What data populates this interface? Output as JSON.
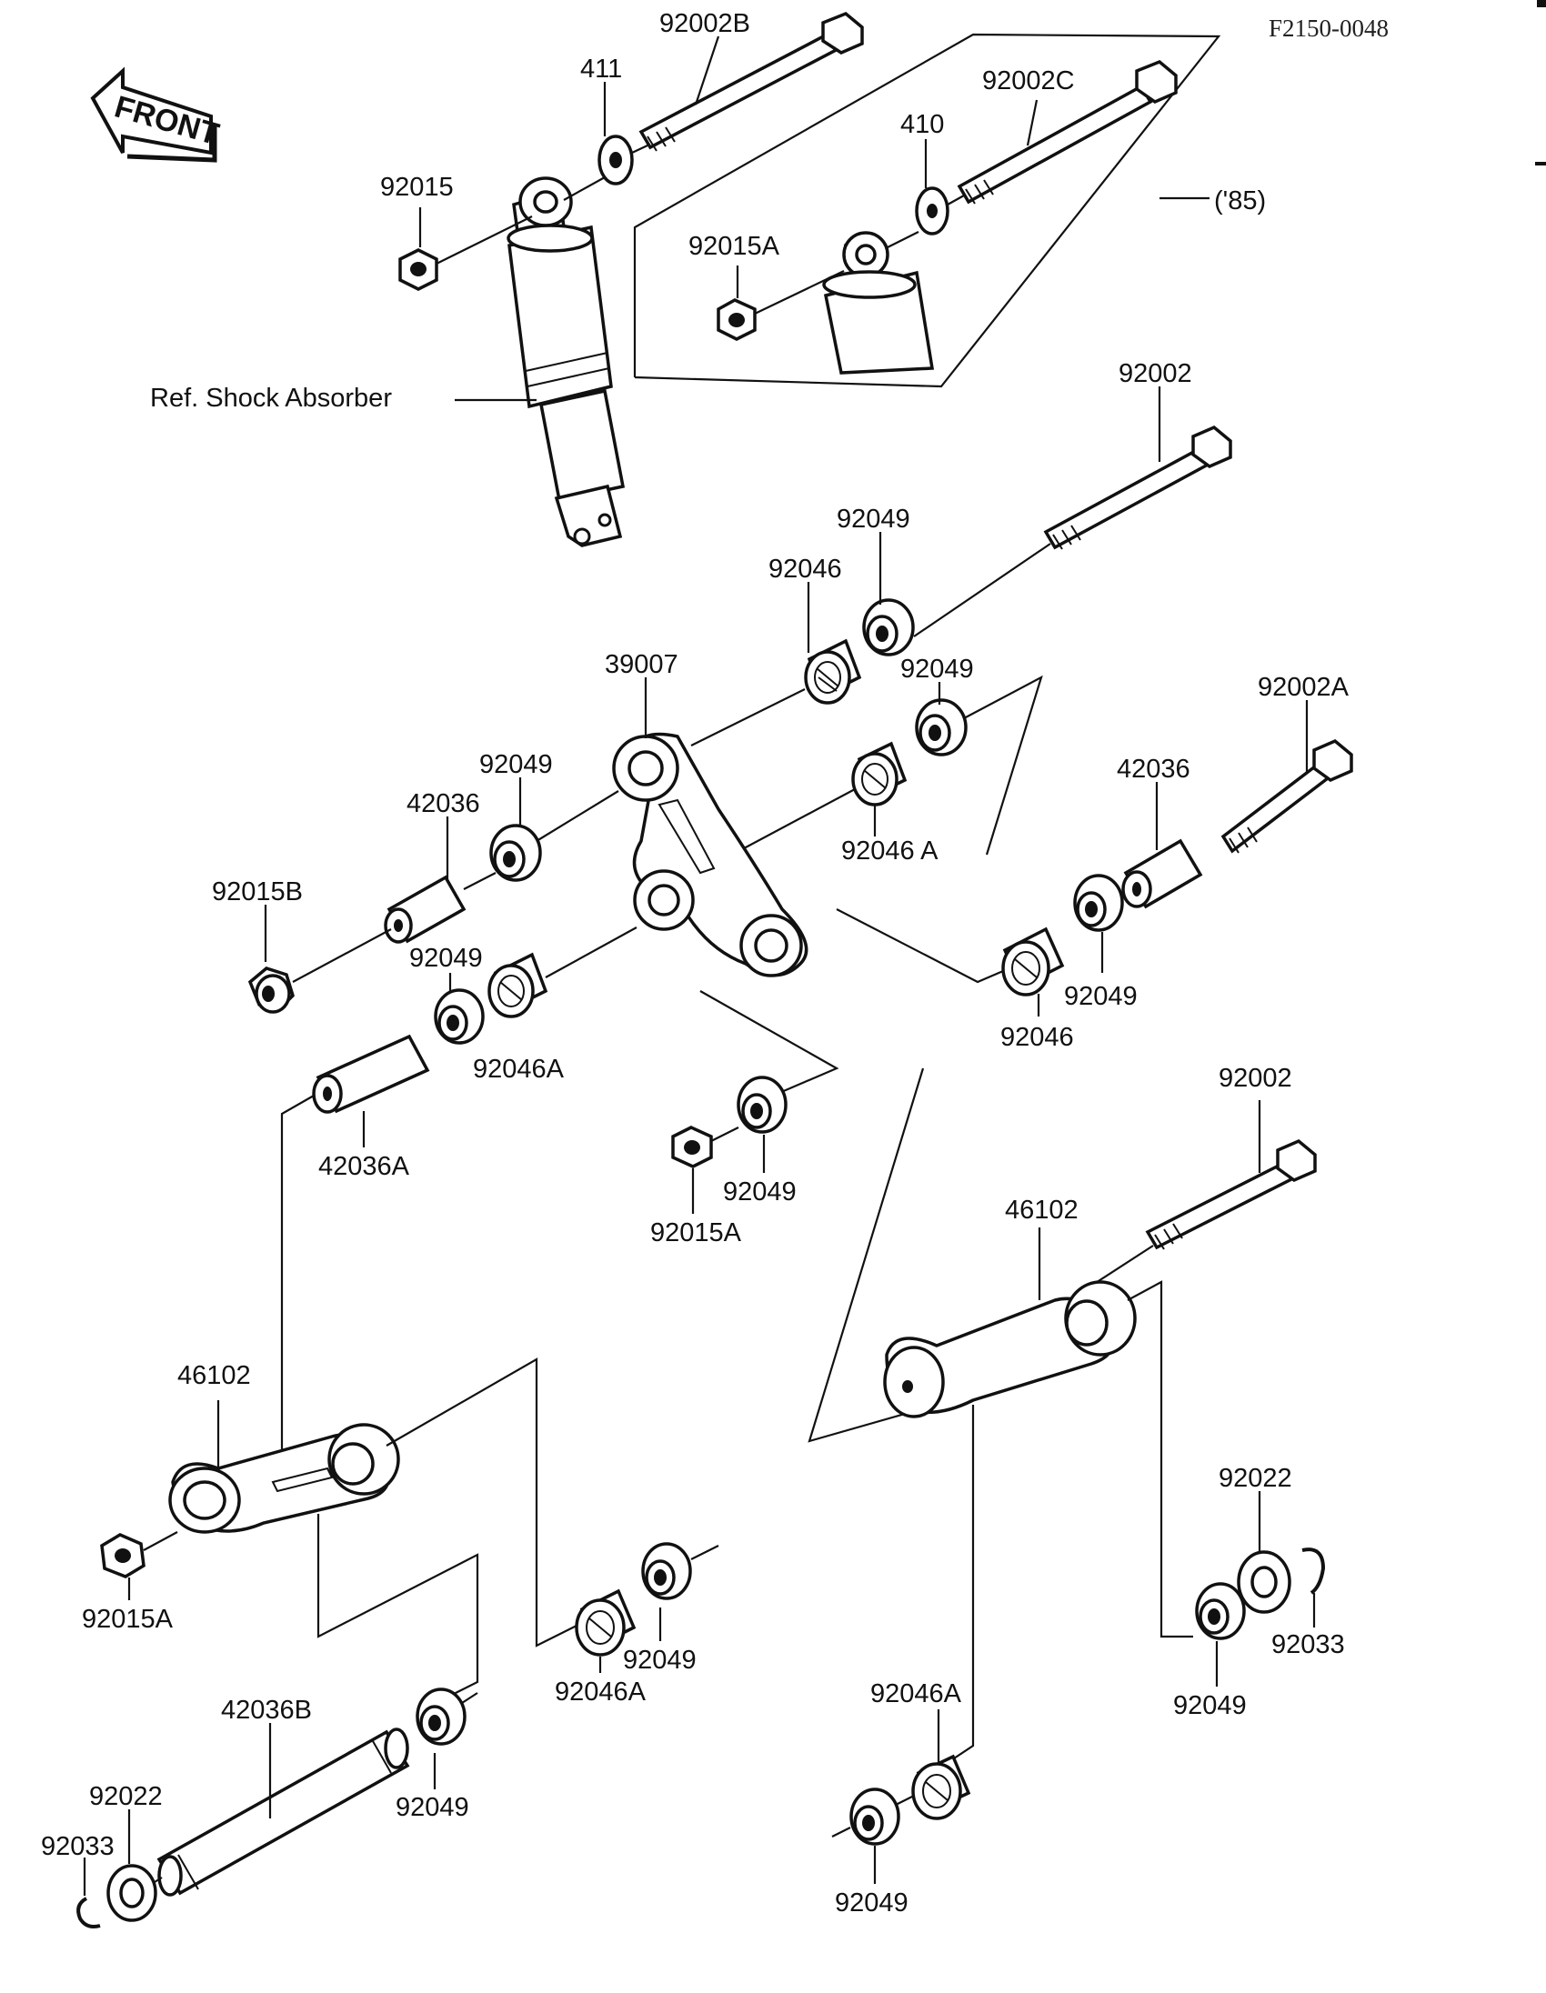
{
  "ref_code": "F2150-0048",
  "front_label": "FRONT",
  "note_85": "('85)",
  "shock_ref": "Ref. Shock Absorber",
  "parts": {
    "p92002B": "92002B",
    "p411": "411",
    "p92015": "92015",
    "p92002C": "92002C",
    "p410": "410",
    "p92015A_top": "92015A",
    "p92002_top": "92002",
    "p92049_a": "92049",
    "p92046_a": "92046",
    "p39007": "39007",
    "p92049_b": "92049",
    "p92002A": "92002A",
    "p42036_r": "42036",
    "p92049_c": "92049",
    "p42036_l": "42036",
    "p92046A_a": "92046 A",
    "p92015B": "92015B",
    "p92049_d": "92049",
    "p92049_e": "92049",
    "p92046_b": "92046",
    "p92046A_b": "92046A",
    "p42036A": "42036A",
    "p92049_f": "92049",
    "p92015A_mid": "92015A",
    "p92002_bot": "92002",
    "p46102_r": "46102",
    "p46102_l": "46102",
    "p92022_r": "92022",
    "p92015A_bot": "92015A",
    "p92033_r": "92033",
    "p92049_g": "92049",
    "p92046A_c": "92046A",
    "p92049_h": "92049",
    "p92046A_d": "92046A",
    "p42036B": "42036B",
    "p92022_l": "92022",
    "p92049_i": "92049",
    "p92033_l": "92033",
    "p92049_j": "92049"
  }
}
